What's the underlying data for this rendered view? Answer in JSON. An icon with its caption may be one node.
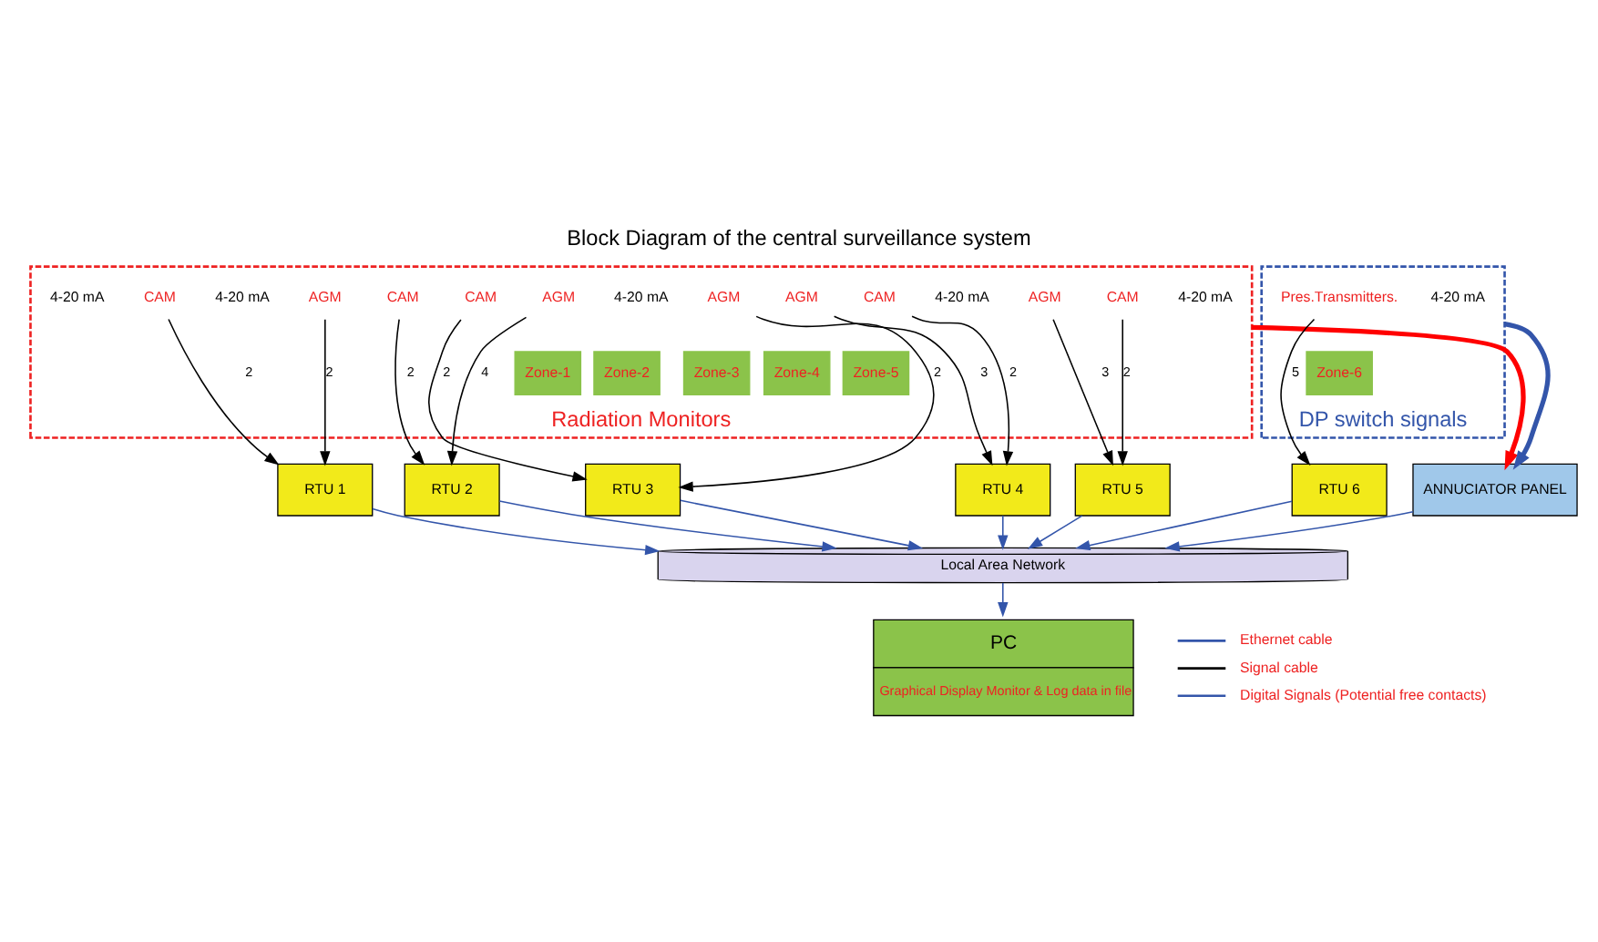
{
  "diagram": {
    "title": "Block Diagram of the central surveillance system",
    "nodes": [
      {
        "text": [
          "Radiation Monitors"
        ]
      },
      {
        "text": [
          "AGM"
        ],
        "in": 0
      },
      {
        "text": [
          "CAM"
        ],
        "in": 0
      },
      {
        "text": [
          "AGM"
        ],
        "in": 0
      },
      {
        "text": [
          "CAM"
        ],
        "in": 0
      },
      {
        "text": [
          "AGM"
        ],
        "in": 0
      },
      {
        "text": [
          "CAM"
        ],
        "in": 0
      },
      {
        "text": [
          "AGM"
        ],
        "in": 0
      },
      {
        "text": [
          "CAM"
        ],
        "in": 0
      },
      {
        "text": [
          "AGM"
        ],
        "in": 0
      },
      {
        "text": [
          "CAM"
        ],
        "in": 0
      },
      {
        "text": [
          "Zone-1"
        ],
        "in": 0
      },
      {
        "text": [
          "Zone-2"
        ],
        "in": 0
      },
      {
        "text": [
          "Zone-3"
        ],
        "in": 0
      },
      {
        "text": [
          "Zone-4"
        ],
        "in": 0
      },
      {
        "text": [
          "Zone-5"
        ],
        "in": 0
      },
      {
        "text": [
          "DP switch signals"
        ]
      },
      {
        "text": [
          "Pres.Transmitters."
        ],
        "in": 16
      },
      {
        "text": [
          "Zone-6"
        ],
        "in": 16
      },
      {
        "text": [
          "RTU 1"
        ]
      },
      {
        "text": [
          "RTU 2"
        ]
      },
      {
        "text": [
          "RTU 3"
        ]
      },
      {
        "text": [
          "RTU 4"
        ]
      },
      {
        "text": [
          "RTU 5"
        ]
      },
      {
        "text": [
          "RTU 6"
        ]
      },
      {
        "text": [
          "ANNUCIATOR PANEL"
        ]
      },
      {
        "text": [
          "Local Area Network"
        ]
      },
      {
        "text": [
          "PC",
          "Graphical Display Monitor & Log data in file"
        ]
      }
    ],
    "edges": [
      {
        "from": 1,
        "to": 19,
        "arrow": "to",
        "label": "2"
      },
      {
        "from": 2,
        "to": 19,
        "arrow": "to",
        "label": "2"
      },
      {
        "from": 3,
        "to": 20,
        "arrow": "to",
        "label": "4"
      },
      {
        "from": 4,
        "to": 20,
        "arrow": "to",
        "label": "2"
      },
      {
        "from": 5,
        "to": 21,
        "arrow": "to",
        "label": "2"
      },
      {
        "from": 6,
        "to": 21,
        "arrow": "to",
        "label": "2"
      },
      {
        "from": 7,
        "to": 22,
        "arrow": "to",
        "label": "3"
      },
      {
        "from": 8,
        "to": 22,
        "arrow": "to",
        "label": "2"
      },
      {
        "from": 9,
        "to": 23,
        "arrow": "to",
        "label": "3"
      },
      {
        "from": 10,
        "to": 23,
        "arrow": "to",
        "label": "2"
      },
      {
        "from": 17,
        "to": 24,
        "arrow": "to",
        "label": "5"
      },
      {
        "from": 0,
        "to": 25,
        "arrow": "to",
        "style": "thick",
        "color": "#ff0000"
      },
      {
        "from": 16,
        "to": 25,
        "arrow": "to",
        "style": "thick",
        "color": "#3355aa"
      },
      {
        "from": 19,
        "to": 26,
        "arrow": "to",
        "color": "#3355aa"
      },
      {
        "from": 20,
        "to": 26,
        "arrow": "to",
        "color": "#3355aa"
      },
      {
        "from": 21,
        "to": 26,
        "arrow": "to",
        "color": "#3355aa"
      },
      {
        "from": 22,
        "to": 26,
        "arrow": "to",
        "color": "#3355aa"
      },
      {
        "from": 23,
        "to": 26,
        "arrow": "to",
        "color": "#3355aa"
      },
      {
        "from": 24,
        "to": 26,
        "arrow": "to",
        "color": "#3355aa"
      },
      {
        "from": 25,
        "to": 26,
        "arrow": "to",
        "color": "#3355aa"
      },
      {
        "from": 26,
        "to": 27,
        "arrow": "to",
        "color": "#3355aa"
      }
    ],
    "labels": [
      "4-20 mA",
      "4-20 mA",
      "4-20 mA",
      "4-20 mA",
      "4-20 mA",
      "4-20 mA"
    ],
    "legend": [
      {
        "text": "Ethernet cable"
      },
      {
        "text": "Signal cable"
      },
      {
        "text": "Digital Signals (Potential free contacts)"
      }
    ]
  }
}
